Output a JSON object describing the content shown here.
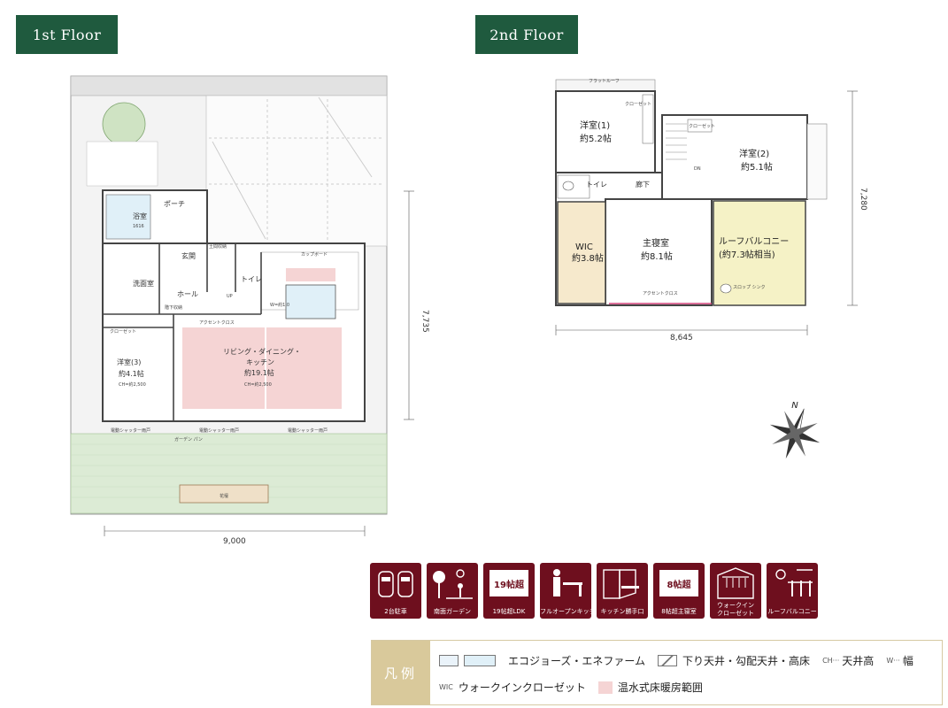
{
  "floors": {
    "first": {
      "tag": "1st Floor",
      "width_dim": "9,000",
      "height_dim": "7,735",
      "rooms": {
        "porch": "ポーチ",
        "bath": "浴室",
        "bath_size": "1616",
        "entrance": "玄関",
        "hall": "ホール",
        "toilet": "トイレ",
        "washroom": "洗面室",
        "western3": "洋室(3)",
        "western3_size": "約4.1帖",
        "western3_ch": "CH=約2,500",
        "ldk1": "リビング・ダイニング・",
        "ldk2": "キッチン",
        "ldk_size": "約19.1帖",
        "ldk_ch": "CH=約2,500",
        "accent_cross": "アクセントクロス",
        "closet": "クローゼット",
        "cupboard": "カップボード",
        "flowerbed": "花壇",
        "garden_bread": "ガーデン\nパン",
        "shutter1": "電動シャッター雨戸",
        "shutter2": "電動シャッター雨戸",
        "shutter3": "電動シャッター雨戸",
        "entrance_storage": "土間収納",
        "under_stair": "階下収納",
        "up": "UP",
        "w": "W=約1.0"
      }
    },
    "second": {
      "tag": "2nd Floor",
      "width_dim": "8,645",
      "height_dim": "7,280",
      "rooms": {
        "western1": "洋室(1)",
        "western1_size": "約5.2帖",
        "western2": "洋室(2)",
        "western2_size": "約5.1帖",
        "corridor": "廊下",
        "toilet": "トイレ",
        "wic": "WIC",
        "wic_size": "約3.8帖",
        "master": "主寝室",
        "master_size": "約8.1帖",
        "balcony1": "ルーフバルコニー",
        "balcony2": "(約7.3帖相当)",
        "slop_sink": "スロップ\nシンク",
        "accent_cross": "アクセントクロス",
        "closet1": "クローゼット",
        "closet2": "クローゼット",
        "flat_roof": "フラットルーフ",
        "down": "DN"
      }
    }
  },
  "compass": "N",
  "features": [
    {
      "label": "2台駐車",
      "icon": "two-cars-icon"
    },
    {
      "label": "南面ガーデン",
      "icon": "south-garden-icon"
    },
    {
      "label": "19帖超LDK",
      "icon": "ldk-size-icon",
      "badge": "19帖超"
    },
    {
      "label": "フルオープンキッチン",
      "icon": "open-kitchen-icon"
    },
    {
      "label": "キッチン勝手口",
      "icon": "kitchen-door-icon"
    },
    {
      "label": "8帖超主寝室",
      "icon": "master-bedroom-icon",
      "badge": "8帖超"
    },
    {
      "label": "ウォークイン\nクローゼット",
      "icon": "walk-in-closet-icon",
      "badge": "ウォークイン\nクローゼット"
    },
    {
      "label": "ルーフバルコニー",
      "icon": "roof-balcony-icon"
    }
  ],
  "legend": {
    "title": "凡例",
    "eco": "エコジョーズ・エネファーム",
    "ceiling": "下り天井・勾配天井・高床",
    "ch_prefix": "CH···",
    "ch": "天井高",
    "w_prefix": "W···",
    "w": "幅",
    "wic_prefix": "WIC",
    "wic": "ウォークインクローゼット",
    "floor_heating": "温水式床暖房範囲"
  },
  "colors": {
    "tag_green": "#1f5a3e",
    "icon_maroon": "#6e0f1e",
    "floor_heat_pink": "#f5d4d4",
    "garden_green": "#dcebd5",
    "wic_beige": "#f6e9cc",
    "balcony_yellow": "#f5f2c6",
    "legend_gold": "#d9c99b"
  }
}
